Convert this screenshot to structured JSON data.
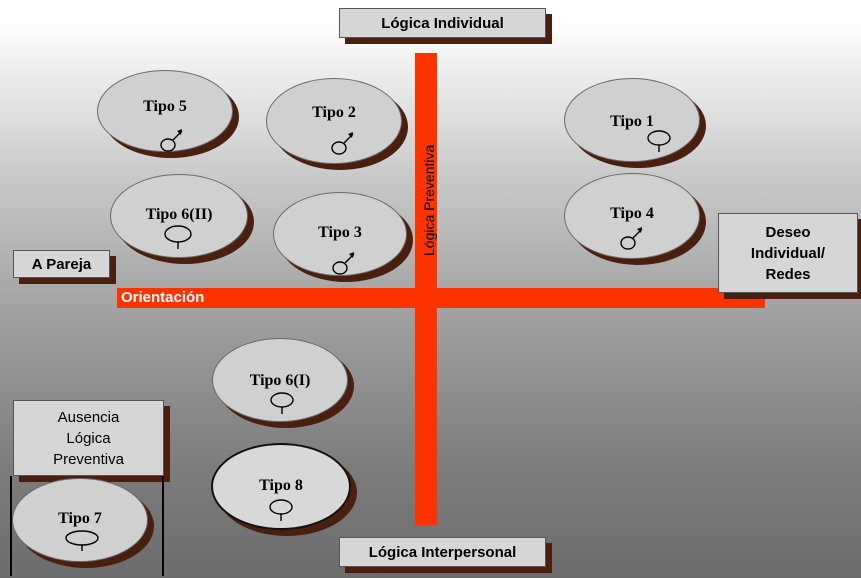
{
  "axes": {
    "top_label": "Lógica Individual",
    "bottom_label": "Lógica Interpersonal",
    "left_label": "A Pareja",
    "right_label": [
      "Deseo",
      "Individual/",
      "Redes"
    ],
    "horizontal_label": "Orientación",
    "vertical_label": "Lógica Preventiva"
  },
  "absence_box": [
    "Ausencia",
    "Lógica",
    "Preventiva"
  ],
  "types": [
    {
      "label": "Tipo 5",
      "symbol": "male"
    },
    {
      "label": "Tipo 2",
      "symbol": "male"
    },
    {
      "label": "Tipo 1",
      "symbol": "female"
    },
    {
      "label": "Tipo 6(II)",
      "symbol": "female"
    },
    {
      "label": "Tipo 3",
      "symbol": "male"
    },
    {
      "label": "Tipo 4",
      "symbol": "male"
    },
    {
      "label": "Tipo 6(I)",
      "symbol": "female"
    },
    {
      "label": "Tipo 8",
      "symbol": "female"
    },
    {
      "label": "Tipo 7",
      "symbol": "female"
    }
  ],
  "colors": {
    "axis": "#ff3300",
    "shadow": "#4a1f10",
    "box_fill": "#d6d6d6",
    "ellipse_fill": "#d0d0d0"
  }
}
